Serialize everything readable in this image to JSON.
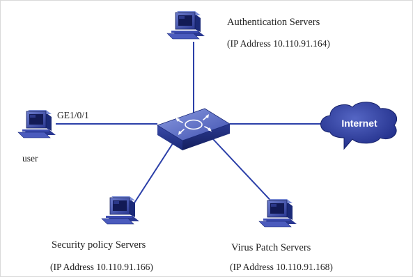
{
  "nodes": {
    "auth_server": {
      "title": "Authentication Servers",
      "address": "(IP Address 10.110.91.164)"
    },
    "user": {
      "title": "user",
      "port": "GE1/0/1"
    },
    "internet": {
      "title": "Internet"
    },
    "security_server": {
      "title": "Security policy Servers",
      "address": "(IP Address 10.110.91.166)"
    },
    "virus_server": {
      "title": "Virus Patch Servers",
      "address": "(IP Address 10.110.91.168)"
    }
  },
  "colors": {
    "link": "#2b3fa8",
    "device_dark": "#1b2a78",
    "device_mid": "#4556b5",
    "device_light": "#7d8fd8",
    "cloud": "#2a3a9a"
  }
}
